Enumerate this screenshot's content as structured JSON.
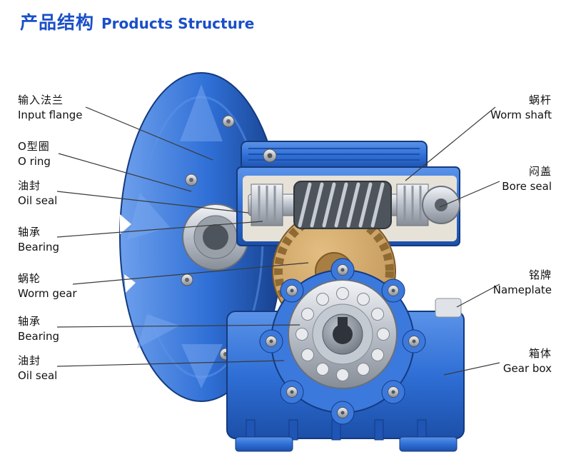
{
  "header": {
    "title_zh": "产品结构",
    "title_en": "Products Structure"
  },
  "labels": {
    "left": [
      {
        "zh": "输入法兰",
        "en": "Input flange"
      },
      {
        "zh": "O型圈",
        "en": "O ring"
      },
      {
        "zh": "油封",
        "en": "Oil seal"
      },
      {
        "zh": "轴承",
        "en": "Bearing"
      },
      {
        "zh": "蜗轮",
        "en": "Worm gear"
      },
      {
        "zh": "轴承",
        "en": "Bearing"
      },
      {
        "zh": "油封",
        "en": "Oil seal"
      }
    ],
    "right": [
      {
        "zh": "蜗杆",
        "en": "Worm shaft"
      },
      {
        "zh": "闷盖",
        "en": "Bore seal"
      },
      {
        "zh": "铭牌",
        "en": "Nameplate"
      },
      {
        "zh": "箱体",
        "en": "Gear box"
      }
    ]
  },
  "colors": {
    "title": "#1a4fc8",
    "machine_blue": "#2f6fd6",
    "machine_blue_dark": "#1c4fa8",
    "brass": "#c99f63",
    "silver": "#c9ced6",
    "label_text": "#111111",
    "leader_line": "#3a3a3a"
  }
}
